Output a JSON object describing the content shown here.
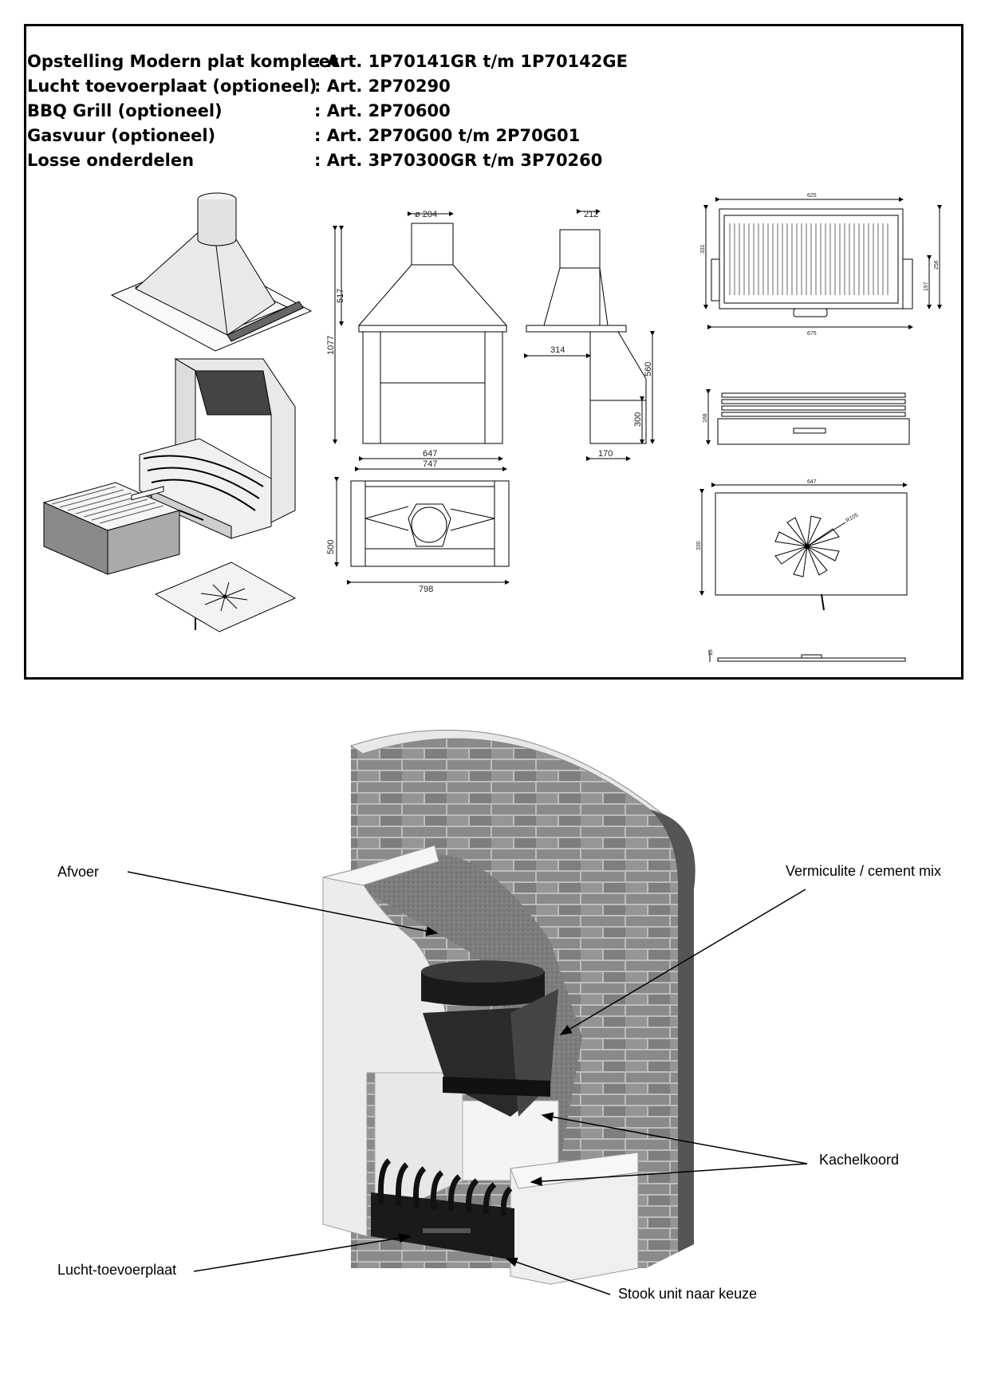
{
  "specs": [
    {
      "label": "Opstelling Modern plat kompleet",
      "value": ": Art. 1P70141GR t/m 1P70142GE"
    },
    {
      "label": "Lucht toevoerplaat (optioneel)",
      "value": ": Art. 2P70290"
    },
    {
      "label": "BBQ Grill (optioneel)",
      "value": ": Art. 2P70600"
    },
    {
      "label": "Gasvuur (optioneel)",
      "value": ": Art. 2P70G00 t/m 2P70G01"
    },
    {
      "label": "Losse onderdelen",
      "value": ": Art. 3P70300GR t/m 3P70260"
    }
  ],
  "dimensions": {
    "front_flue": "ø 204",
    "front_hood_height": "517",
    "front_total_height": "1077",
    "front_inner_width": "647",
    "front_outer_width": "747",
    "side_flue": "212",
    "side_depth": "314",
    "side_lower": "560",
    "side_base": "300",
    "side_bottom": "170",
    "top_depth": "500",
    "top_width": "798",
    "grate_top_width": "625",
    "grate_bottom_width": "675",
    "grate_left": "331",
    "grate_right_outer": "256",
    "grate_right_inner": "197",
    "grate_side_height": "168",
    "plate_width": "647",
    "plate_depth": "330",
    "plate_radius": "R105",
    "plate_thickness": "15"
  },
  "callouts": {
    "afvoer": "Afvoer",
    "vermiculite": "Vermiculite / cement mix",
    "kachelkoord": "Kachelkoord",
    "luchtplaat": "Lucht-toevoerplaat",
    "stookunit": "Stook unit naar keuze"
  },
  "colors": {
    "line": "#000000",
    "brick": "#8a8a8a",
    "mortar": "#bdbdbd",
    "dark": "#2a2a2a",
    "fill_light": "#e6e6e6",
    "insulation": "#7d7d7d"
  }
}
